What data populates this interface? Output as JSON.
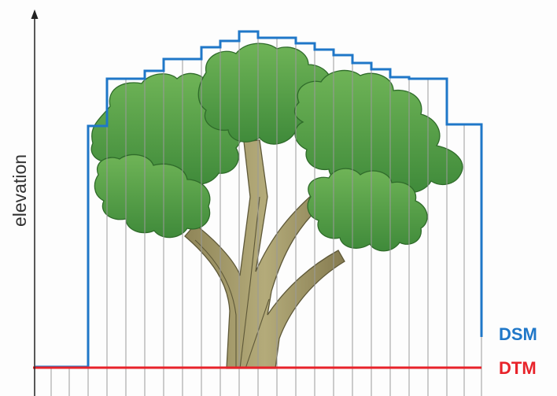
{
  "diagram": {
    "y_axis_label": "elevation",
    "legend": [
      {
        "key": "dsm",
        "label": "DSM",
        "color": "#1f77c8"
      },
      {
        "key": "dtm",
        "label": "DTM",
        "color": "#e8232a"
      }
    ],
    "colors": {
      "axis": "#222222",
      "sample_lines": "#9a9a9a",
      "foliage": "#4f9a3f",
      "foliage_dark": "#2f6b2a",
      "trunk": "#a39a6a"
    },
    "subject": "tree-icon"
  }
}
